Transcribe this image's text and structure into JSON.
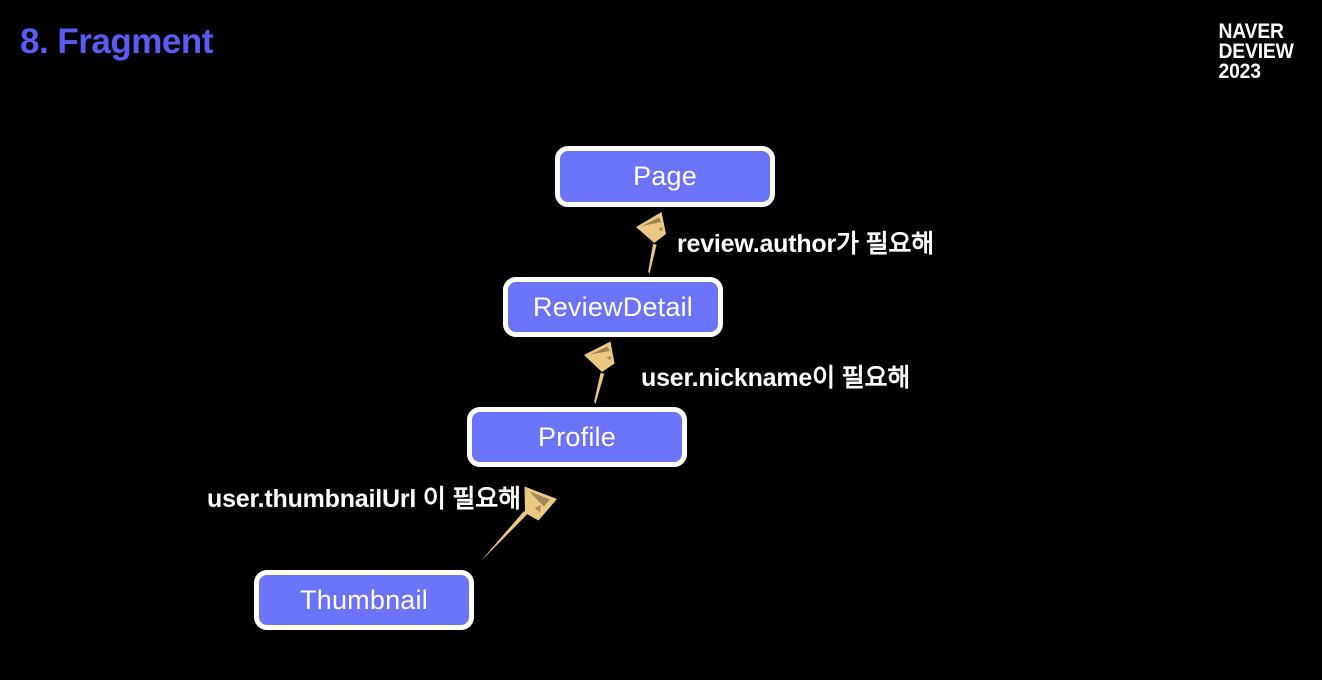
{
  "header": {
    "title": "8. Fragment",
    "logo": {
      "line1": "NAVER",
      "line2": "DEVIEW",
      "line3": "2023"
    }
  },
  "theme": {
    "background": "#000000",
    "title_color": "#5b5bf5",
    "node_fill": "#6b73f8",
    "node_border": "#ffffff",
    "node_text": "#ffffff",
    "arrow_color": "#edc882",
    "annotation_text": "#ffffff"
  },
  "diagram": {
    "type": "hierarchy-chain",
    "nodes": [
      {
        "id": "page",
        "label": "Page"
      },
      {
        "id": "reviewdetail",
        "label": "ReviewDetail"
      },
      {
        "id": "profile",
        "label": "Profile"
      },
      {
        "id": "thumbnail",
        "label": "Thumbnail"
      }
    ],
    "arrows": [
      {
        "id": "arrow-reviewdetail-to-page",
        "from": "reviewdetail",
        "to": "page",
        "icon": "hand-drawn-arrow-up-icon"
      },
      {
        "id": "arrow-profile-to-reviewdetail",
        "from": "profile",
        "to": "reviewdetail",
        "icon": "hand-drawn-arrow-up-icon"
      },
      {
        "id": "arrow-thumbnail-to-profile",
        "from": "thumbnail",
        "to": "profile",
        "icon": "hand-drawn-arrow-upright-icon"
      }
    ],
    "annotations": [
      {
        "id": "annotation-review-author",
        "text": "review.author가 필요해"
      },
      {
        "id": "annotation-user-nickname",
        "text": "user.nickname이 필요해"
      },
      {
        "id": "annotation-user-thumbnail",
        "text": "user.thumbnailUrl 이 필요해"
      }
    ]
  }
}
